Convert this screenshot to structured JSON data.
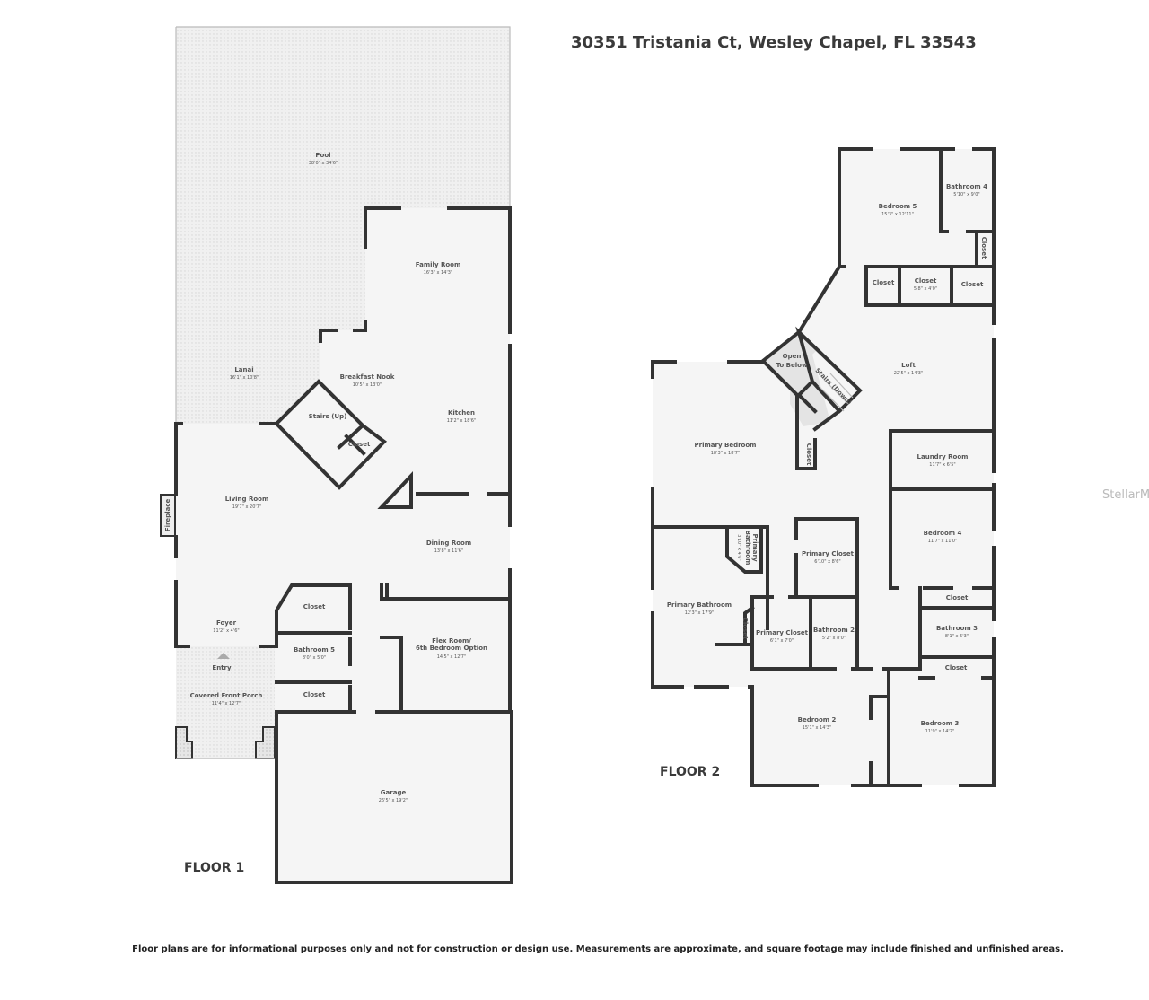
{
  "title": "30351 Tristania Ct, Wesley Chapel, FL 33543",
  "disclaimer": "Floor plans are for informational purposes only and not for construction or design use. Measurements are approximate, and square footage may include finished and unfinished areas.",
  "watermark": "StellarMLS",
  "colors": {
    "wall": "#333333",
    "floor": "#f4f4f4",
    "outdoor": "#ebebeb",
    "text": "#555555"
  },
  "floor1": {
    "label": "FLOOR 1",
    "rooms": [
      {
        "name": "Pool",
        "dims": "38'0\" x 34'6\""
      },
      {
        "name": "Family Room",
        "dims": "16'3\" x 14'3\""
      },
      {
        "name": "Lanai",
        "dims": "16'1\" x 10'8\""
      },
      {
        "name": "Breakfast Nook",
        "dims": "10'5\" x 13'0\""
      },
      {
        "name": "Kitchen",
        "dims": "11'2\" x 18'6\""
      },
      {
        "name": "Stairs (Up)",
        "dims": ""
      },
      {
        "name": "Closet",
        "dims": ""
      },
      {
        "name": "Living Room",
        "dims": "19'7\" x 20'7\""
      },
      {
        "name": "Fireplace",
        "dims": ""
      },
      {
        "name": "Dining Room",
        "dims": "13'8\" x 11'6\""
      },
      {
        "name": "Closet",
        "dims": ""
      },
      {
        "name": "Foyer",
        "dims": "11'2\" x 4'6\""
      },
      {
        "name": "Bathroom 5",
        "dims": "8'0\" x 5'0\""
      },
      {
        "name": "Entry",
        "dims": ""
      },
      {
        "name": "Flex Room/",
        "dims": "14'5\" x 12'7\"",
        "line2": "6th Bedroom Option"
      },
      {
        "name": "Covered Front Porch",
        "dims": "11'4\" x 12'7\""
      },
      {
        "name": "Closet",
        "dims": ""
      },
      {
        "name": "Garage",
        "dims": "26'5\" x 19'2\""
      }
    ]
  },
  "floor2": {
    "label": "FLOOR 2",
    "rooms": [
      {
        "name": "Bedroom 5",
        "dims": "15'3\" x 12'11\""
      },
      {
        "name": "Bathroom 4",
        "dims": "5'10\" x 9'0\""
      },
      {
        "name": "Closet",
        "dims": ""
      },
      {
        "name": "Closet",
        "dims": ""
      },
      {
        "name": "Closet",
        "dims": "5'8\" x 4'0\""
      },
      {
        "name": "Closet",
        "dims": ""
      },
      {
        "name": "Open",
        "dims": "",
        "line2": "To Below"
      },
      {
        "name": "Loft",
        "dims": "22'5\" x 14'3\""
      },
      {
        "name": "Stairs (Down)",
        "dims": ""
      },
      {
        "name": "Primary Bedroom",
        "dims": "18'3\" x 18'7\""
      },
      {
        "name": "Closet",
        "dims": ""
      },
      {
        "name": "Laundry Room",
        "dims": "11'7\" x 6'5\""
      },
      {
        "name": "Bedroom 4",
        "dims": "11'7\" x 11'0\""
      },
      {
        "name": "Primary",
        "dims": "3'10\" x 4'6\"",
        "line2": "Bathroom"
      },
      {
        "name": "Primary Closet",
        "dims": "6'10\" x 8'6\""
      },
      {
        "name": "Primary Bathroom",
        "dims": "12'3\" x 17'9\""
      },
      {
        "name": "Closet",
        "dims": ""
      },
      {
        "name": "Primary Closet",
        "dims": "6'1\" x 7'0\""
      },
      {
        "name": "Bathroom 2",
        "dims": "5'2\" x 8'0\""
      },
      {
        "name": "Bathroom 3",
        "dims": "8'1\" x 5'3\""
      },
      {
        "name": "Closet",
        "dims": ""
      },
      {
        "name": "Closet",
        "dims": ""
      },
      {
        "name": "Bedroom 2",
        "dims": "15'1\" x 14'3\""
      },
      {
        "name": "Bedroom 3",
        "dims": "11'9\" x 14'2\""
      }
    ]
  }
}
